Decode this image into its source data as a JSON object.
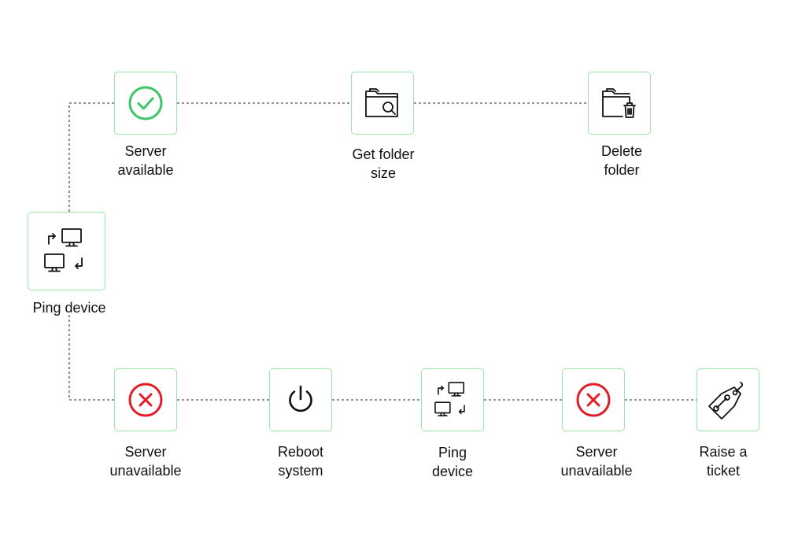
{
  "colors": {
    "node_border": "#9be2a8",
    "success": "#3dc568",
    "error": "#e11d28",
    "line": "#555555",
    "text": "#111111"
  },
  "nodes": {
    "ping_device_start": {
      "icon": "ping-devices-icon",
      "lines": [
        "Ping device"
      ]
    },
    "server_available": {
      "icon": "check-circle-icon",
      "lines": [
        "Server",
        "available"
      ]
    },
    "get_folder_size": {
      "icon": "folder-search-icon",
      "lines": [
        "Get folder",
        "size"
      ]
    },
    "delete_folder": {
      "icon": "folder-delete-icon",
      "lines": [
        "Delete",
        "folder"
      ]
    },
    "server_unavailable_1": {
      "icon": "error-circle-icon",
      "lines": [
        "Server",
        "unavailable"
      ]
    },
    "reboot_system": {
      "icon": "power-icon",
      "lines": [
        "Reboot",
        "system"
      ]
    },
    "ping_device_2": {
      "icon": "ping-devices-icon",
      "lines": [
        "Ping",
        "device"
      ]
    },
    "server_unavailable_2": {
      "icon": "error-circle-icon",
      "lines": [
        "Server",
        "unavailable"
      ]
    },
    "raise_ticket": {
      "icon": "ticket-tag-icon",
      "lines": [
        "Raise a",
        "ticket"
      ]
    }
  }
}
